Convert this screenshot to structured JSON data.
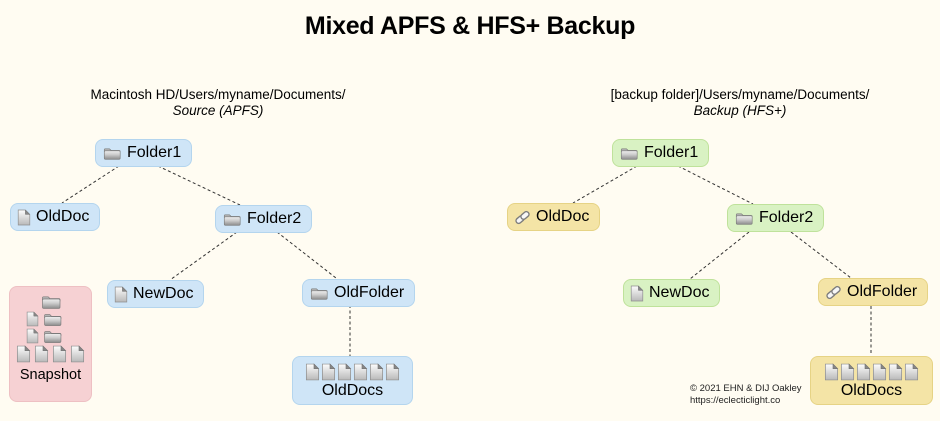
{
  "title": "Mixed APFS & HFS+ Backup",
  "source_tree": {
    "path_label": "Macintosh HD/Users/myname/Documents/",
    "subtitle": "Source (APFS)",
    "nodes": {
      "folder1": "Folder1",
      "olddoc": "OldDoc",
      "folder2": "Folder2",
      "newdoc": "NewDoc",
      "oldfolder": "OldFolder",
      "olddocs": "OldDocs",
      "snapshot": "Snapshot"
    }
  },
  "backup_tree": {
    "path_label": "[backup folder]/Users/myname/Documents/",
    "subtitle": "Backup (HFS+)",
    "nodes": {
      "folder1": "Folder1",
      "olddoc": "OldDoc",
      "folder2": "Folder2",
      "newdoc": "NewDoc",
      "oldfolder": "OldFolder",
      "olddocs": "OldDocs"
    }
  },
  "icons": {
    "folder": "folder-icon (gray folder glyph)",
    "document": "document-icon (gray page with folded corner)",
    "hardlink": "hardlink-icon (chain link glyph)"
  },
  "colors": {
    "background": "#fffcf2",
    "source_node_fill": "#cfe5f7",
    "backup_copied_fill": "#d9f2c3",
    "backup_hardlink_fill": "#f4e4a6",
    "snapshot_fill": "#f6d1d3",
    "connector": "#333333"
  },
  "footer": {
    "copyright": "© 2021 EHN & DIJ Oakley",
    "url": "https://eclecticlight.co"
  }
}
